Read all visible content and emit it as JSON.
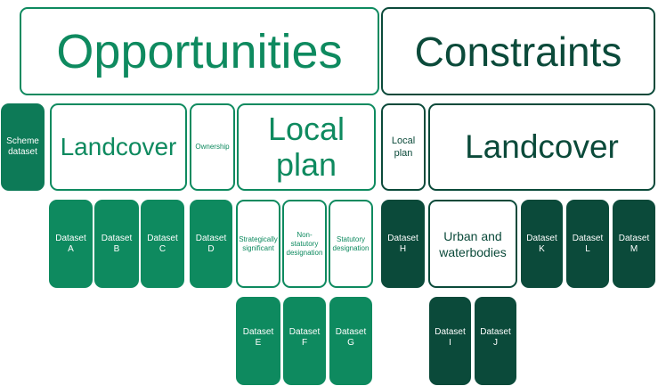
{
  "headers": {
    "opportunities": "Opportunities",
    "constraints": "Constraints"
  },
  "row2": {
    "scheme_dataset": "Scheme dataset",
    "landcover_opp": "Landcover",
    "ownership": "Ownership",
    "local_plan_opp": "Local plan",
    "local_plan_con": "Local plan",
    "landcover_con": "Landcover"
  },
  "row3": {
    "dataset_a": "Dataset A",
    "dataset_b": "Dataset B",
    "dataset_c": "Dataset C",
    "dataset_d": "Dataset D",
    "strategically_significant": "Strategically significant",
    "non_statutory": "Non-statutory designation",
    "statutory": "Statutory designation",
    "dataset_h": "Dataset H",
    "urban_waterbodies": "Urban and waterbodies",
    "dataset_k": "Dataset K",
    "dataset_l": "Dataset L",
    "dataset_m": "Dataset M"
  },
  "row4": {
    "dataset_e": "Dataset E",
    "dataset_f": "Dataset F",
    "dataset_g": "Dataset G",
    "dataset_i": "Dataset I",
    "dataset_j": "Dataset J"
  },
  "colors": {
    "opportunity_green": "#0e8a5f",
    "constraint_dark_green": "#0b4a3a"
  }
}
